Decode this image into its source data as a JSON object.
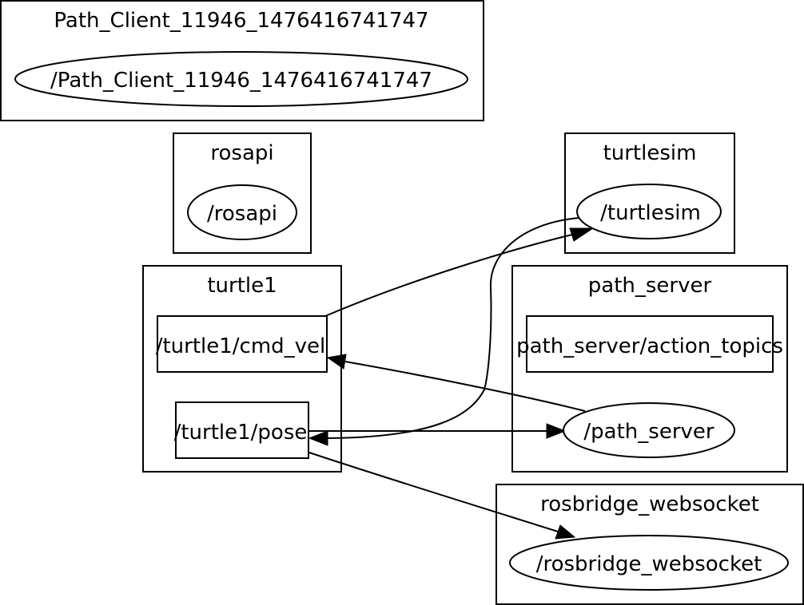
{
  "graph": {
    "clusters": {
      "path_client": "Path_Client_11946_1476416741747",
      "rosapi": "rosapi",
      "turtlesim": "turtlesim",
      "turtle1": "turtle1",
      "path_server": "path_server",
      "rosbridge_websocket": "rosbridge_websocket"
    },
    "nodes": {
      "path_client": "/Path_Client_11946_1476416741747",
      "rosapi": "/rosapi",
      "turtlesim": "/turtlesim",
      "path_server": "/path_server",
      "rosbridge_websocket": "/rosbridge_websocket"
    },
    "topics": {
      "cmd_vel": "/turtle1/cmd_vel",
      "pose": "/turtle1/pose",
      "action_topics": "path_server/action_topics"
    },
    "edges": [
      {
        "from": "/turtle1/cmd_vel",
        "to": "/turtlesim"
      },
      {
        "from": "/turtlesim",
        "to": "/turtle1/pose"
      },
      {
        "from": "/path_server",
        "to": "/turtle1/cmd_vel"
      },
      {
        "from": "/turtle1/pose",
        "to": "/path_server"
      },
      {
        "from": "/turtle1/pose",
        "to": "/rosbridge_websocket"
      }
    ]
  }
}
